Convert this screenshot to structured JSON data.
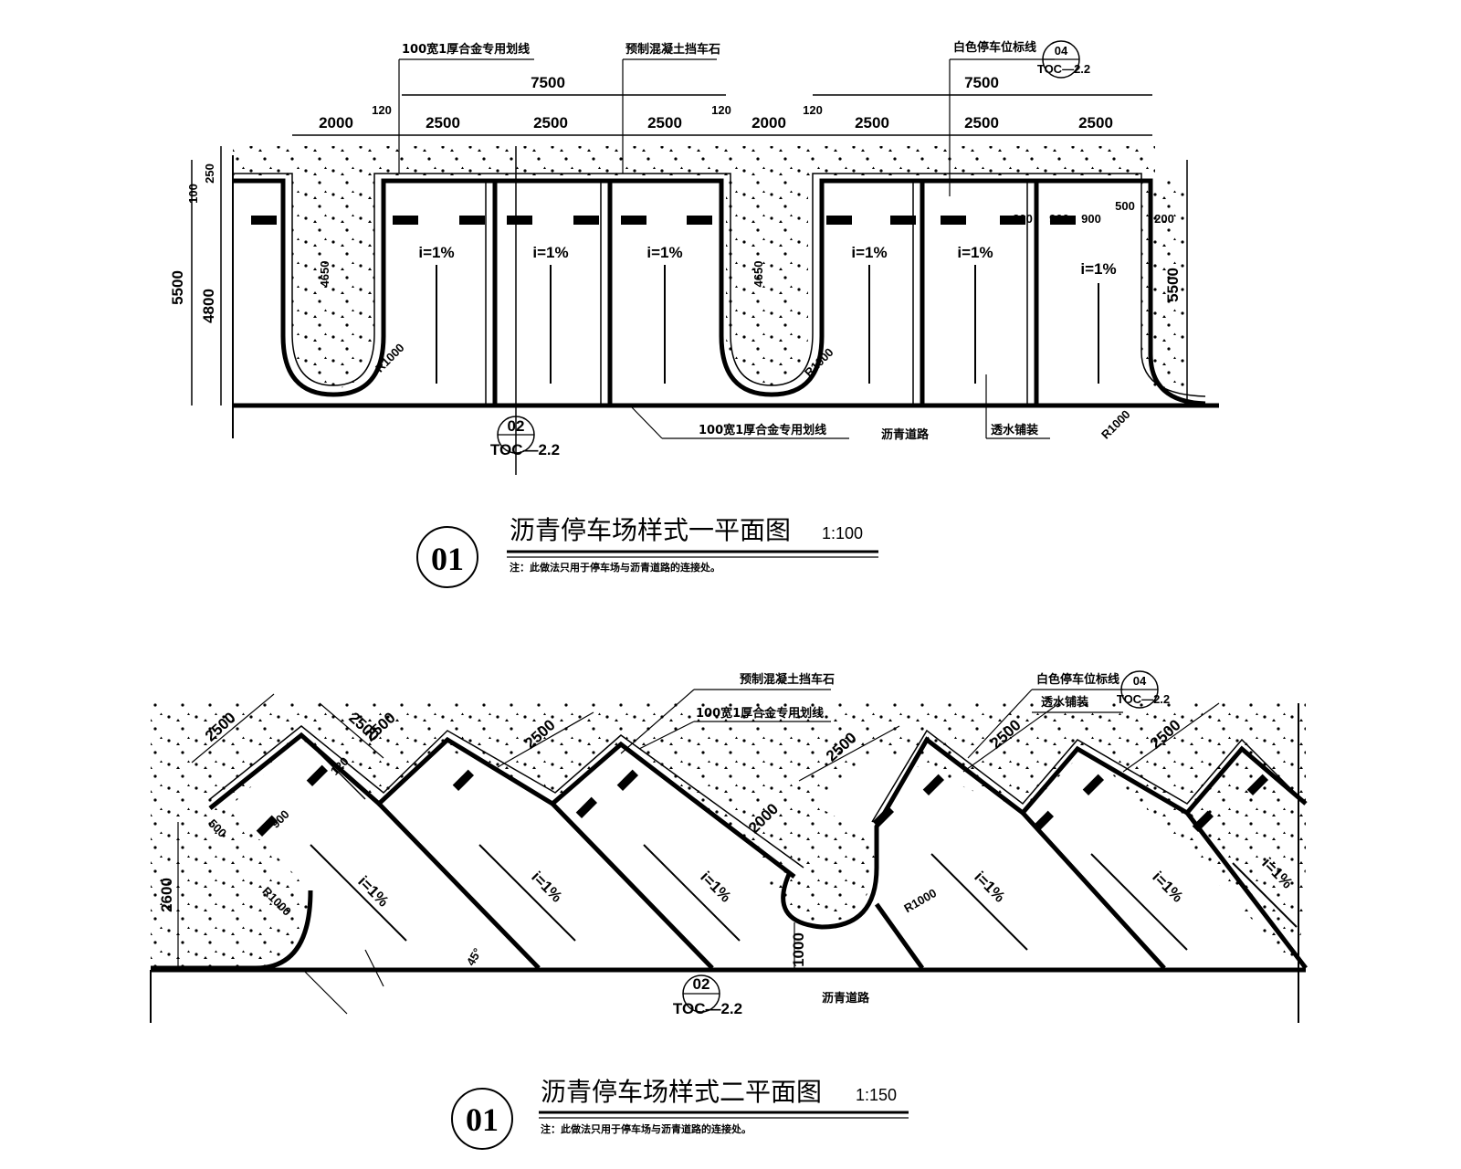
{
  "plan1": {
    "title": "沥青停车场样式一平面图",
    "scale": "1:100",
    "number": "01",
    "note": "注：此做法只用于停车场与沥青道路的连接处。",
    "overall_dims": [
      "7500",
      "7500"
    ],
    "dims_row": [
      "2000",
      "120",
      "2500",
      "2500",
      "2500",
      "120",
      "2000",
      "120",
      "2500",
      "2500",
      "2500"
    ],
    "vertical_dims": [
      "5500",
      "4800",
      "100",
      "250",
      "5500"
    ],
    "inner_dims": [
      "4650",
      "4650",
      "300",
      "900",
      "900",
      "500",
      "200"
    ],
    "slope": "i=1%",
    "radius_labels": [
      "R1000",
      "R1000",
      "R1000"
    ],
    "callouts": [
      "100宽1厚合金专用划线",
      "预制混凝土挡车石",
      "白色停车位标线",
      "100宽1厚合金专用划线",
      "沥青道路",
      "透水铺装"
    ],
    "ref_top": {
      "num": "04",
      "sheet": "TOC—2.2"
    },
    "ref_bottom": {
      "num": "02",
      "sheet": "TOC—2.2"
    }
  },
  "plan2": {
    "title": "沥青停车场样式二平面图",
    "scale": "1:150",
    "number": "01",
    "note": "注：此做法只用于停车场与沥青道路的连接处。",
    "diag_dims": [
      "2500",
      "2500",
      "2500",
      "2500",
      "2500",
      "2500",
      "2500"
    ],
    "other_dims": [
      "2600",
      "1000",
      "2000",
      "500",
      "900",
      "120",
      "45°"
    ],
    "slope": "i=1%",
    "radius_labels": [
      "R1000",
      "R1000"
    ],
    "callouts": [
      "预制混凝土挡车石",
      "100宽1厚合金专用划线",
      "白色停车位标线",
      "透水铺装",
      "沥青道路"
    ],
    "ref_top": {
      "num": "04",
      "sheet": "TOC—2.2"
    },
    "ref_bottom": {
      "num": "02",
      "sheet": "TOC—2.2"
    }
  }
}
